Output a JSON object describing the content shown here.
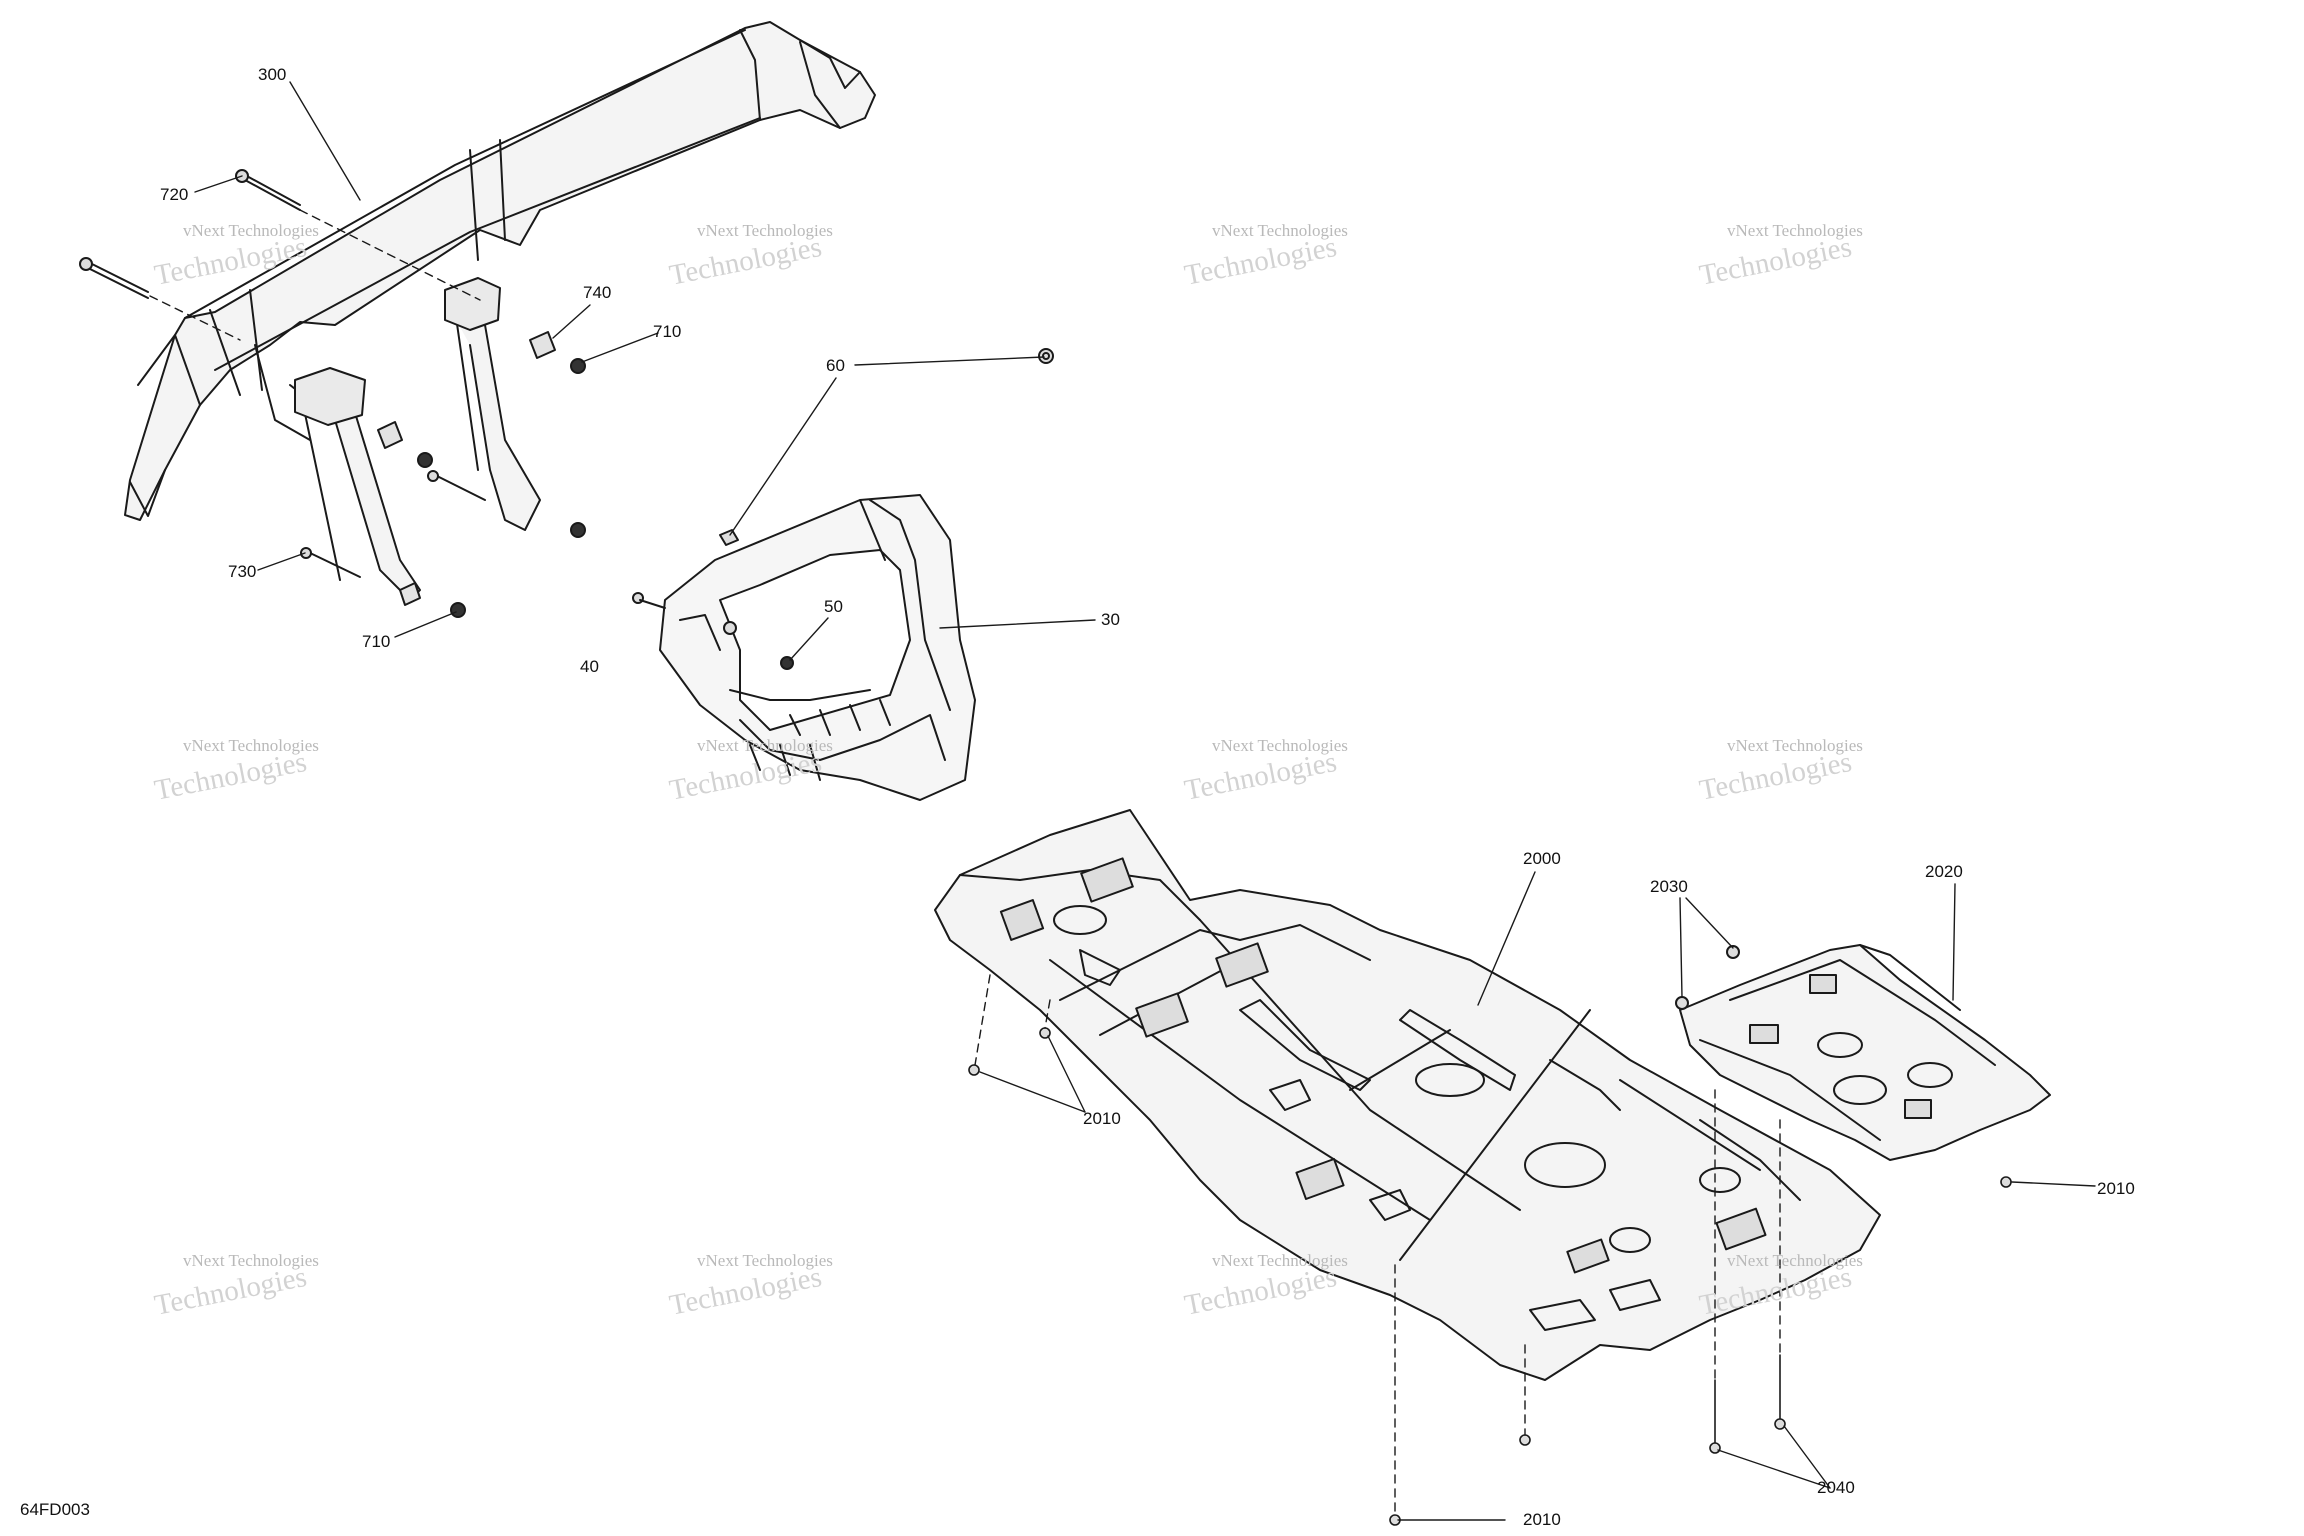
{
  "diagram": {
    "drawing_code": "64FD003",
    "watermark": {
      "line1": "vNext Technologies",
      "line2": "Technologies"
    },
    "callouts": [
      {
        "id": "300",
        "label": "300"
      },
      {
        "id": "720",
        "label": "720"
      },
      {
        "id": "740",
        "label": "740"
      },
      {
        "id": "710a",
        "label": "710"
      },
      {
        "id": "730",
        "label": "730"
      },
      {
        "id": "710b",
        "label": "710"
      },
      {
        "id": "60",
        "label": "60"
      },
      {
        "id": "50",
        "label": "50"
      },
      {
        "id": "30",
        "label": "30"
      },
      {
        "id": "40",
        "label": "40"
      },
      {
        "id": "2000",
        "label": "2000"
      },
      {
        "id": "2030",
        "label": "2030"
      },
      {
        "id": "2020",
        "label": "2020"
      },
      {
        "id": "2010a",
        "label": "2010"
      },
      {
        "id": "2010b",
        "label": "2010"
      },
      {
        "id": "2040",
        "label": "2040"
      },
      {
        "id": "2010c",
        "label": "2010"
      }
    ]
  }
}
